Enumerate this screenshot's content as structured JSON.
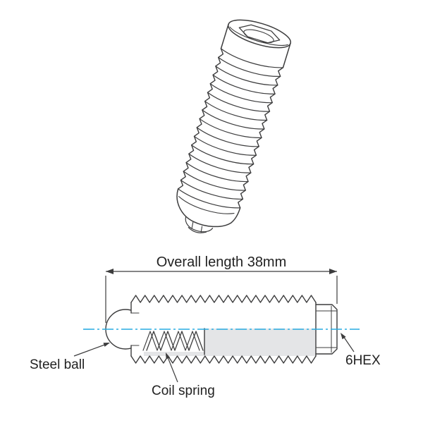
{
  "diagram": {
    "dimension": {
      "label": "Overall length 38mm"
    },
    "labels": {
      "steel_ball": "Steel ball",
      "coil_spring": "Coil spring",
      "hex": "6HEX"
    },
    "colors": {
      "line": "#3c3c3d",
      "centerline": "#29abe2",
      "section_fill": "#e4e5e7",
      "text": "#222222"
    }
  }
}
